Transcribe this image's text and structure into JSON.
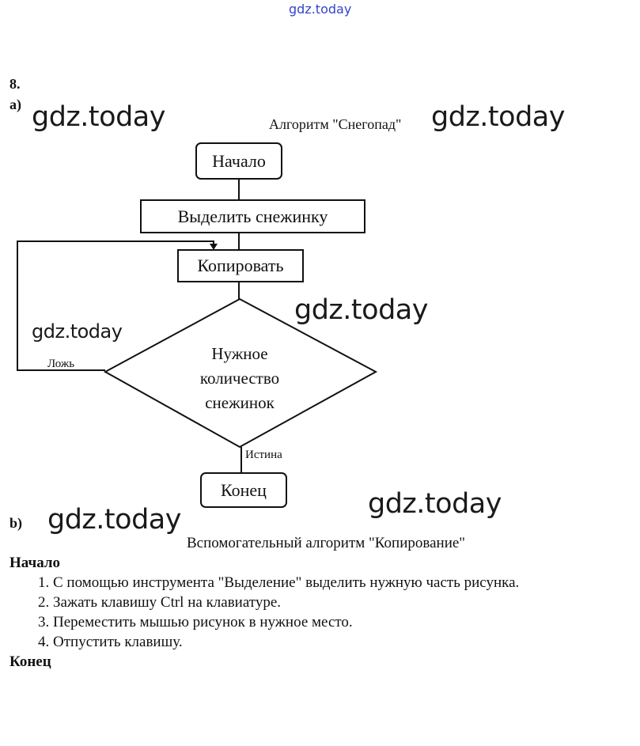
{
  "watermark": "gdz.today",
  "task_number": "8.",
  "part_a": {
    "label": "a)",
    "title": "Алгоритм \"Снегопад\"",
    "start": "Начало",
    "step1": "Выделить снежинку",
    "step2": "Копировать",
    "condition": [
      "Нужное",
      "количество",
      "снежинок"
    ],
    "false_label": "Ложь",
    "true_label": "Истина",
    "end": "Конец"
  },
  "part_b": {
    "label": "b)",
    "title": "Вспомогательный алгоритм \"Копирование\"",
    "start": "Начало",
    "steps": [
      "1. С помощью инструмента \"Выделение\" выделить нужную часть рисунка.",
      "2. Зажать клавишу Ctrl на клавиатуре.",
      "3. Переместить мышью рисунок в нужное место.",
      "4. Отпустить клавишу."
    ],
    "end": "Конец"
  }
}
